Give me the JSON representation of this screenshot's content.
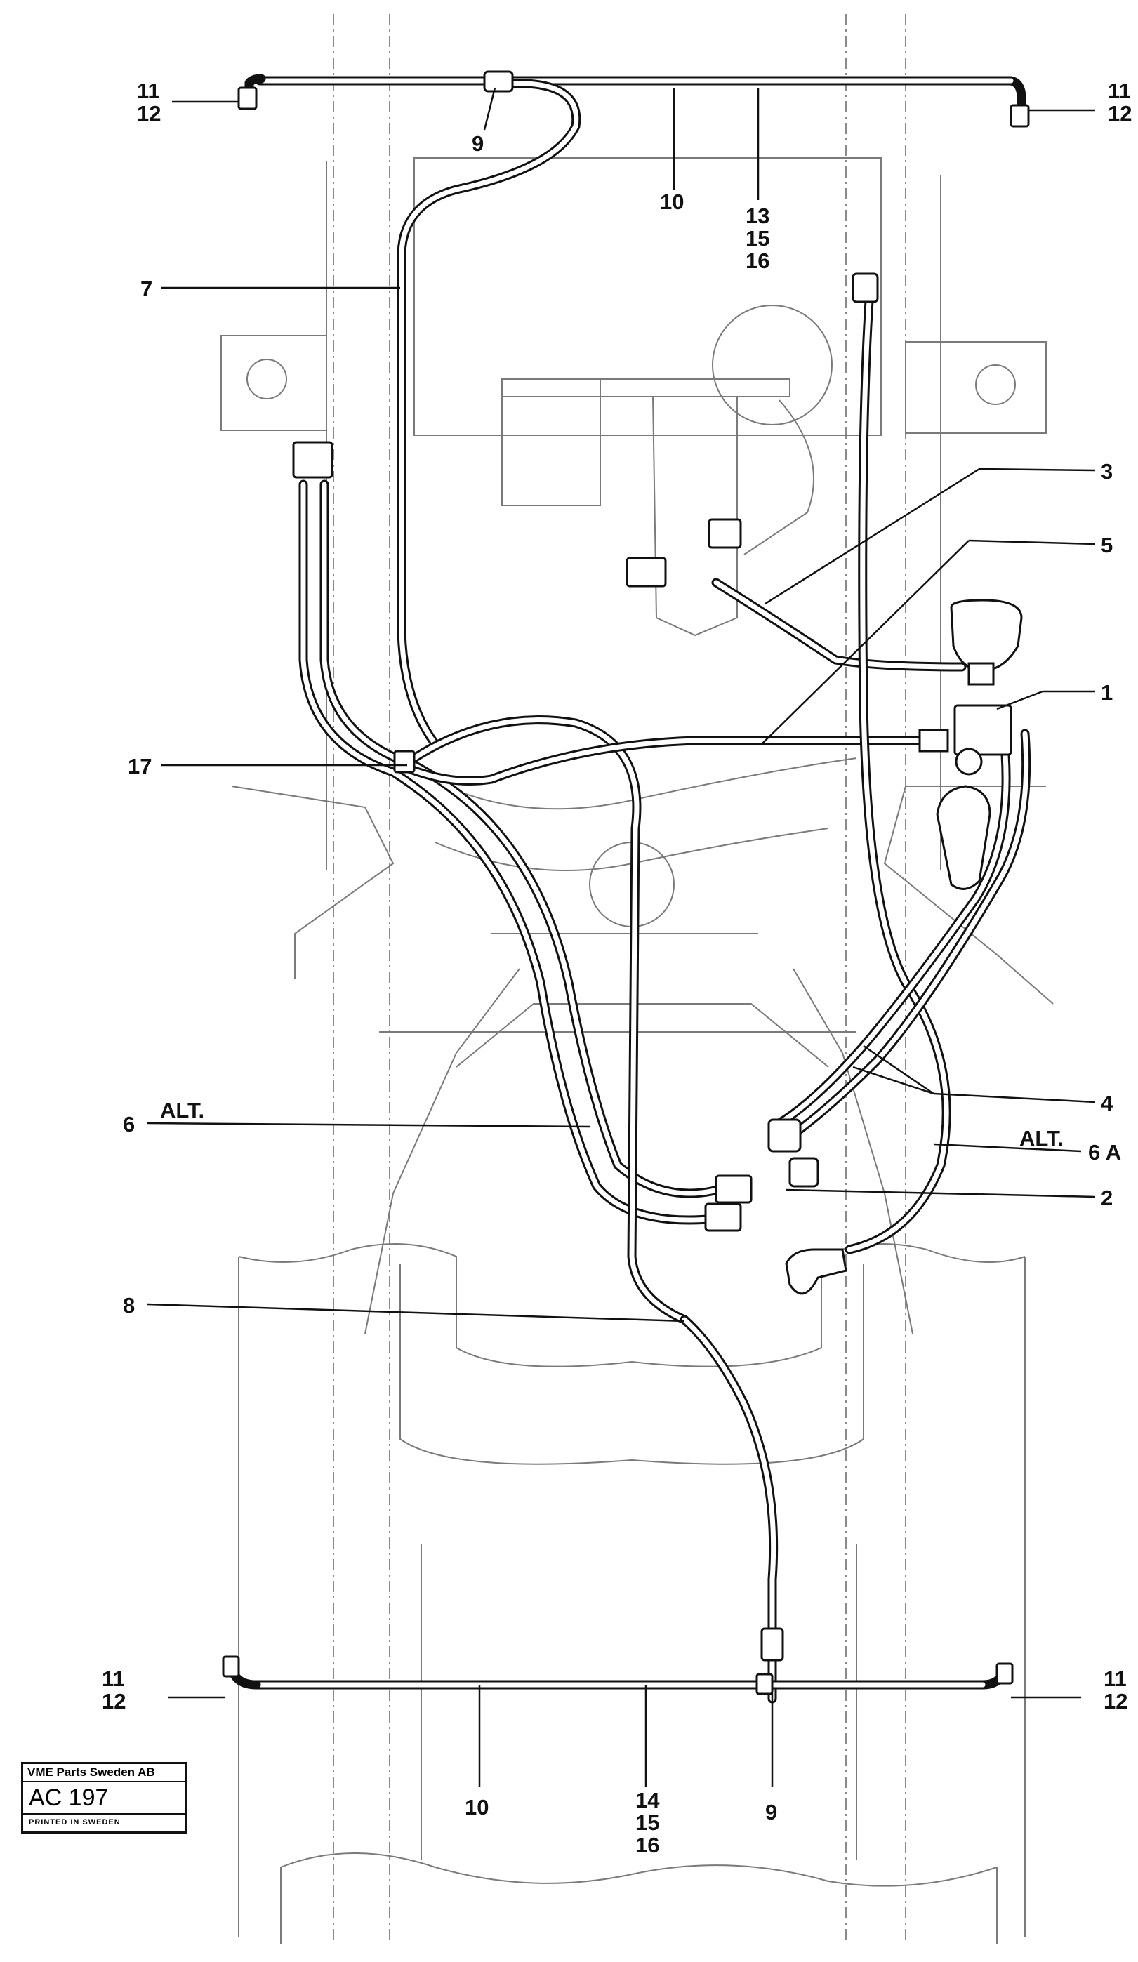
{
  "callouts": {
    "top_left_11": "11",
    "top_left_12": "12",
    "top_9": "9",
    "top_10": "10",
    "top_13": "13",
    "top_15": "15",
    "top_16": "16",
    "top_right_11": "11",
    "top_right_12": "12",
    "c7": "7",
    "c3": "3",
    "c5": "5",
    "c1": "1",
    "c17": "17",
    "c4": "4",
    "alt_right": "ALT.",
    "c6A": "6 A",
    "c2": "2",
    "alt_left": "ALT.",
    "c6": "6",
    "c8": "8",
    "bottom_left_11": "11",
    "bottom_left_12": "12",
    "bottom_right_11": "11",
    "bottom_right_12": "12",
    "bottom_10": "10",
    "bottom_14": "14",
    "bottom_15": "15",
    "bottom_16": "16",
    "bottom_9": "9"
  },
  "stamp": {
    "company": "VME Parts Sweden AB",
    "code": "AC 197",
    "printed": "PRINTED IN SWEDEN"
  }
}
